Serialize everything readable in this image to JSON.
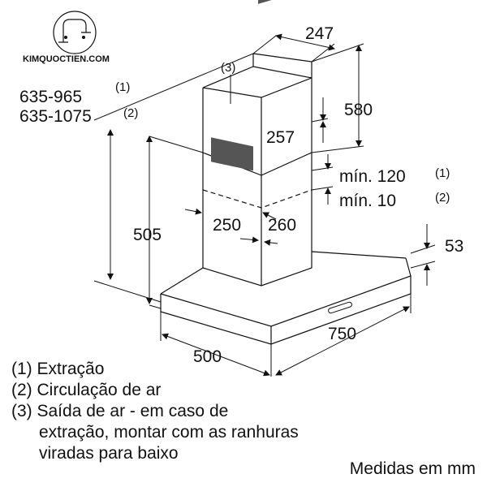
{
  "brand": {
    "logo_text": "KIMQUOCTIEN.COM"
  },
  "dimensions": {
    "chimney_depth": "247",
    "upper_height": "580",
    "upper_width": "257",
    "min_gap_extraction": "mín. 120",
    "min_gap_extraction_ref": "(1)",
    "min_gap_recirc": "mín. 10",
    "min_gap_recirc_ref": "(2)",
    "chimney_width": "250",
    "chimney_depth_lower": "260",
    "lower_height": "505",
    "canopy_height": "53",
    "canopy_depth": "500",
    "canopy_width": "750",
    "total_height_extraction": "635-965",
    "total_height_extraction_ref": "(1)",
    "total_height_recirc": "635-1075",
    "total_height_recirc_ref": "(2)",
    "outlet_ref": "(3)"
  },
  "legend": {
    "line1": "(1) Extração",
    "line2": "(2) Circulação de ar",
    "line3": "(3) Saída de ar - em caso de",
    "line4": "extração, montar com as ranhuras",
    "line5": "viradas para baixo"
  },
  "footer": "Medidas em mm"
}
